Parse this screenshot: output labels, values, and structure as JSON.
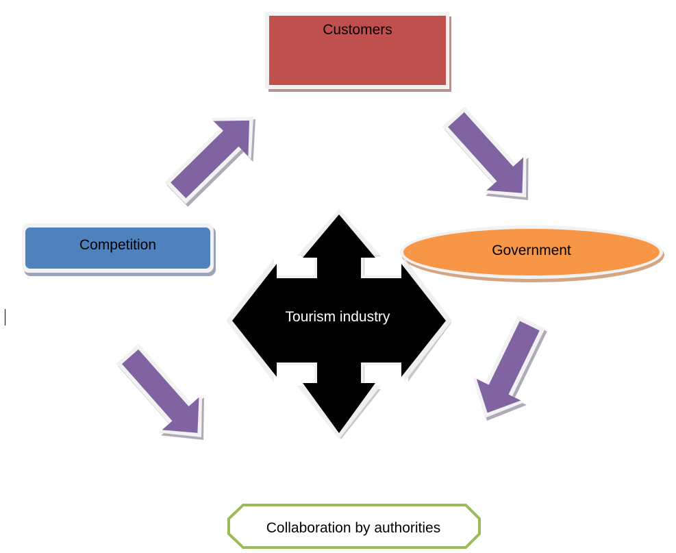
{
  "diagram": {
    "nodes": {
      "customers": {
        "label": "Customers",
        "fill": "#c0504d",
        "shape": "rectangle"
      },
      "competition": {
        "label": "Competition",
        "fill": "#4f81bd",
        "shape": "rounded-rectangle"
      },
      "government": {
        "label": "Government",
        "fill": "#f79646",
        "shape": "ellipse"
      },
      "tourism": {
        "label": "Tourism industry",
        "fill": "#000000",
        "text_color": "#ffffff",
        "shape": "quad-arrow"
      },
      "collaboration": {
        "label": "Collaboration by authorities",
        "fill": "#ffffff",
        "stroke": "#9bbb59",
        "shape": "octagon"
      }
    },
    "edges": [
      {
        "from": "competition",
        "to": "customers",
        "color": "#8064a2"
      },
      {
        "from": "customers",
        "to": "government",
        "color": "#8064a2"
      },
      {
        "from": "competition",
        "to": "collaboration",
        "color": "#8064a2"
      },
      {
        "from": "government",
        "to": "collaboration",
        "color": "#8064a2"
      }
    ]
  }
}
